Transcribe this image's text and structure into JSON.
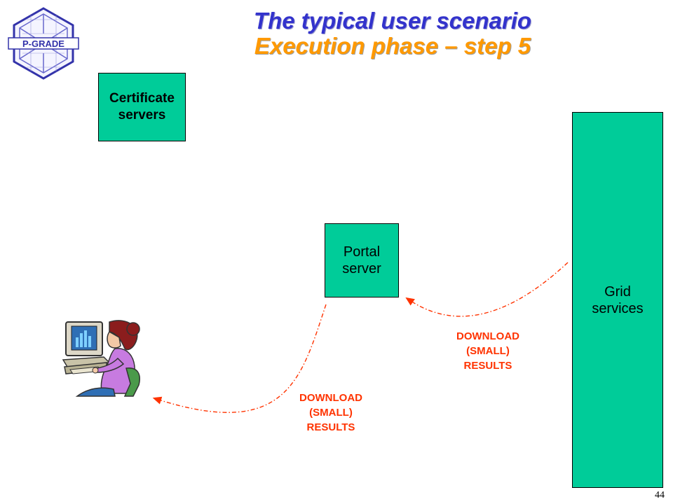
{
  "logo": {
    "text": "P-GRADE"
  },
  "title": {
    "line1": "The typical user scenario",
    "line2": "Execution phase – step 5"
  },
  "nodes": {
    "certificate_servers": "Certificate\nservers",
    "portal_server": "Portal\nserver",
    "grid_services": "Grid\nservices"
  },
  "arrows": {
    "grid_to_portal": "DOWNLOAD\n(SMALL)\nRESULTS",
    "portal_to_user": "DOWNLOAD\n(SMALL)\nRESULTS"
  },
  "colors": {
    "title_line1": "#3333cc",
    "title_line2": "#ff9900",
    "box_fill": "#00cc99",
    "arrow": "#ff3300"
  },
  "icons": [
    "p-grade-logo",
    "user-at-computer-icon"
  ],
  "page_number": "44"
}
